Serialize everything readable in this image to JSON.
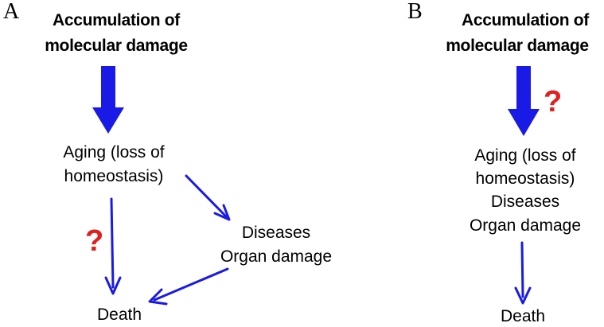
{
  "colors": {
    "arrow": "#1a1ae6",
    "question": "#e02020",
    "text": "#000000"
  },
  "panel_a": {
    "letter": "A",
    "damage_line1": "Accumulation of",
    "damage_line2": "molecular damage",
    "aging_line1": "Aging (loss of",
    "aging_line2": "homeostasis)",
    "diseases": "Diseases",
    "organ_damage": "Organ damage",
    "death": "Death",
    "question": "?"
  },
  "panel_b": {
    "letter": "B",
    "damage_line1": "Accumulation of",
    "damage_line2": "molecular damage",
    "aging_line1": "Aging (loss of",
    "aging_line2": "homeostasis)",
    "diseases": "Diseases",
    "organ_damage": "Organ damage",
    "death": "Death",
    "question": "?"
  }
}
